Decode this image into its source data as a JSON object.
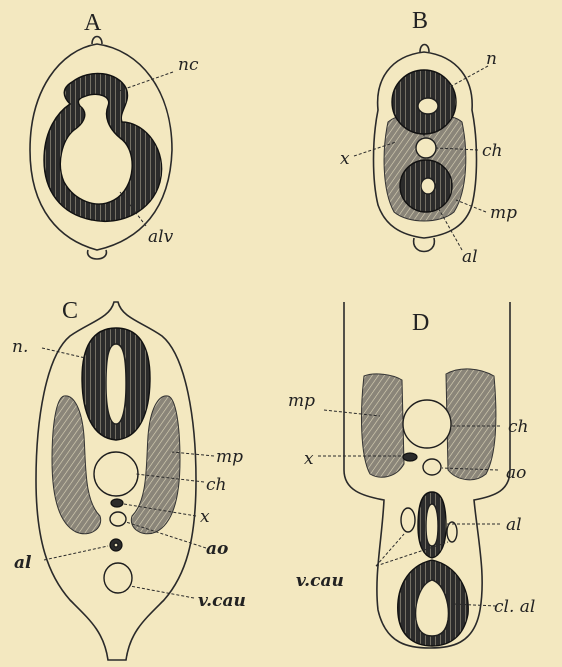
{
  "figure": {
    "panels": [
      {
        "letter": "A",
        "labels": {
          "nc": "nc",
          "alv": "alv"
        }
      },
      {
        "letter": "B",
        "labels": {
          "n": "n",
          "ch": "ch",
          "x": "x",
          "mp": "mp",
          "al": "al"
        }
      },
      {
        "letter": "C",
        "labels": {
          "n": "n.",
          "mp": "mp",
          "ch": "ch",
          "x": "x",
          "ao": "ao",
          "al": "al",
          "vcau": "v.cau"
        }
      },
      {
        "letter": "D",
        "labels": {
          "mp": "mp",
          "ch": "ch",
          "x": "x",
          "ao": "ao",
          "al": "al",
          "vcau": "v.cau",
          "clal": "cl. al"
        }
      }
    ]
  }
}
